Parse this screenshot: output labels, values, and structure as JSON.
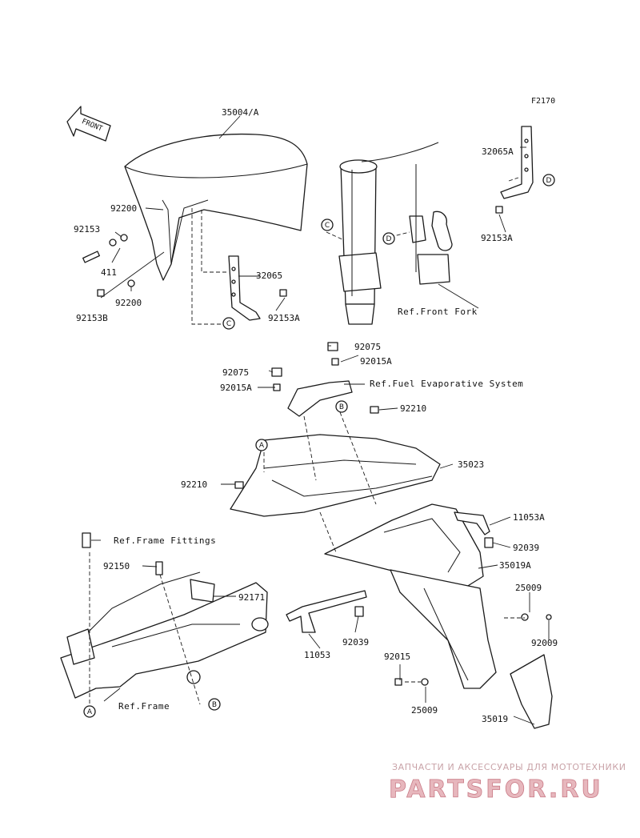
{
  "figure_code": "F2170",
  "front_arrow_label": "FRONT",
  "labels": {
    "front_fender": "35004/A",
    "bracket_upper_right": "32065A",
    "bracket_center": "32065",
    "bolt_92153": "92153",
    "bolt_92153a_right": "92153A",
    "bolt_92153a_center": "92153A",
    "bolt_92153b": "92153B",
    "spacer_92200_upper": "92200",
    "spacer_92200_lower": "92200",
    "collar_411": "411",
    "cap_92075_top": "92075",
    "cap_92075_left": "92075",
    "clip_92015a_top": "92015A",
    "clip_92015a_left": "92015A",
    "nut_92210_right": "92210",
    "nut_92210_left": "92210",
    "inner_fender": "35023",
    "bracket_11053a": "11053A",
    "bolt_92039_right": "92039",
    "bolt_92039_center": "92039",
    "rear_fender": "35019A",
    "grommet_25009_right": "25009",
    "grommet_25009_bottom": "25009",
    "clip_92009": "92009",
    "nut_92015": "92015",
    "bracket_11053": "11053",
    "mud_flap": "35019",
    "bolt_92150": "92150",
    "bracket_92171": "92171"
  },
  "references": {
    "front_fork": "Ref.Front Fork",
    "fuel_evap": "Ref.Fuel Evaporative System",
    "frame_fittings": "Ref.Frame Fittings",
    "frame": "Ref.Frame"
  },
  "callouts": {
    "a": "A",
    "b": "B",
    "c": "C",
    "d": "D"
  },
  "watermark": {
    "tagline": "ЗАПЧАСТИ И АКСЕССУАРЫ ДЛЯ МОТОТЕХНИКИ",
    "brand": "PARTSFOR.RU"
  },
  "colors": {
    "line": "#1a1a1a",
    "background": "#ffffff",
    "watermark_fill": "#e7b7bd",
    "watermark_stroke": "#c97a86"
  }
}
